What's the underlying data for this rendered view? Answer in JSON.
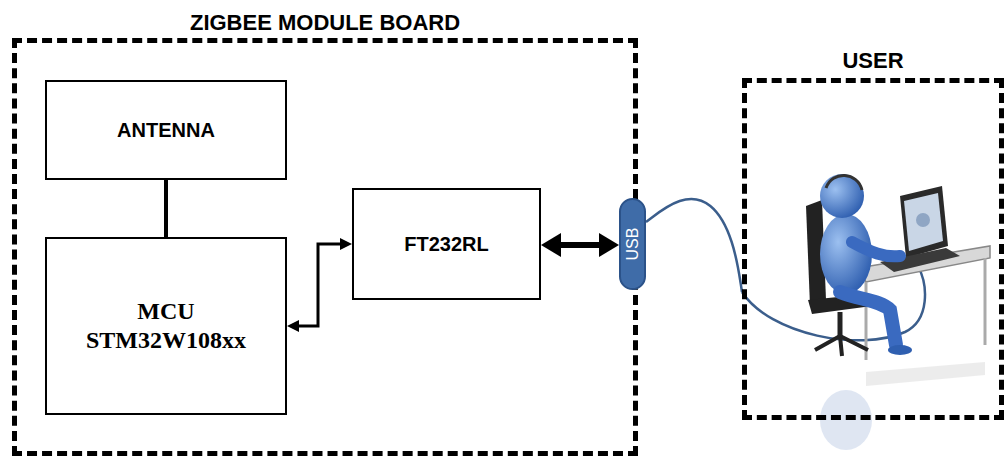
{
  "diagram": {
    "nodes": [
      {
        "text": [
          "ZIGBEE MODULE BOARD"
        ]
      },
      {
        "text": [
          "ANTENNA"
        ],
        "in": 0
      },
      {
        "text": [
          "MCU STM32W108xx"
        ],
        "in": 0
      },
      {
        "text": [
          "FT232RL"
        ],
        "in": 0
      },
      {
        "text": [
          "USB"
        ]
      },
      {
        "text": [
          "USER"
        ]
      }
    ],
    "edges": [
      {
        "from": 1,
        "to": 2,
        "arrow": "none"
      },
      {
        "from": 2,
        "to": 3,
        "arrow": "both"
      },
      {
        "from": 3,
        "to": 4,
        "arrow": "both"
      },
      {
        "from": 4,
        "to": 5,
        "arrow": "none"
      }
    ]
  }
}
